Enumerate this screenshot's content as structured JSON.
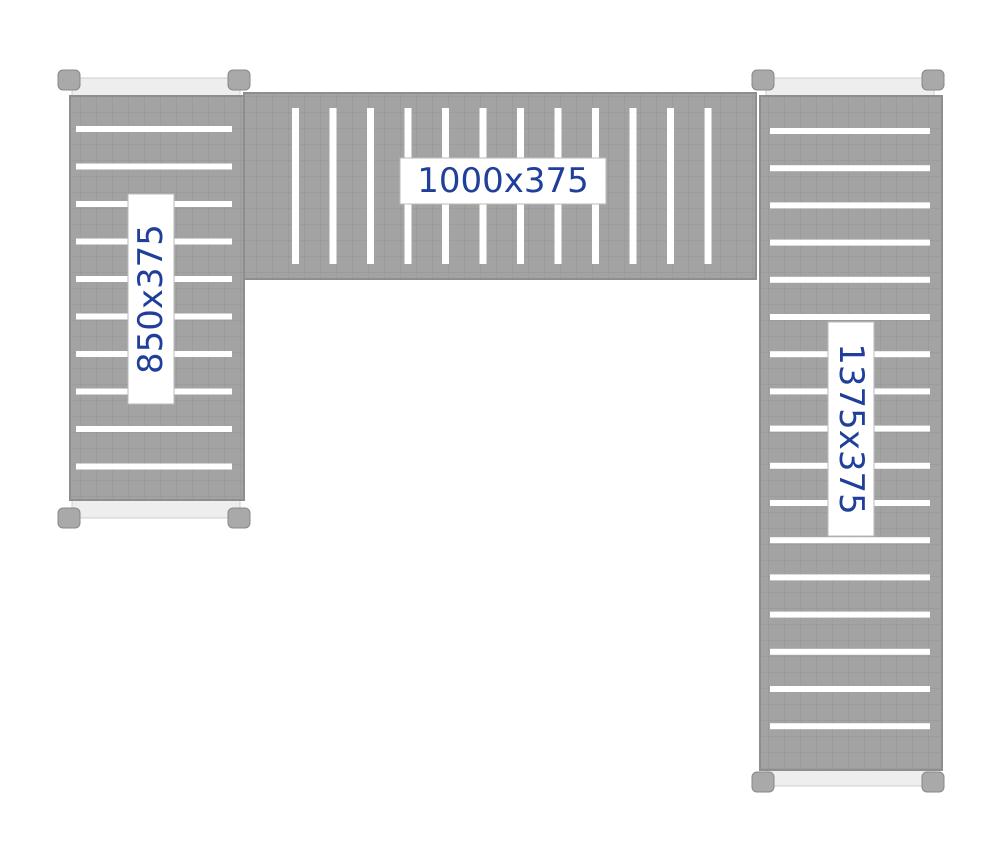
{
  "colors": {
    "deck": "#a3a3a3",
    "deck_dark": "#8e8e8e",
    "slat": "#ffffff",
    "rail": "#eeeeee",
    "connector": "#a9a9a9",
    "label_text": "#1f3f9a",
    "label_bg": "#ffffff"
  },
  "sections": [
    {
      "id": "left",
      "label": "850x375",
      "orientation": "vertical",
      "label_rotation": -90
    },
    {
      "id": "top",
      "label": "1000x375",
      "orientation": "horizontal",
      "label_rotation": 0
    },
    {
      "id": "right",
      "label": "1375x375",
      "orientation": "vertical",
      "label_rotation": 90
    }
  ]
}
